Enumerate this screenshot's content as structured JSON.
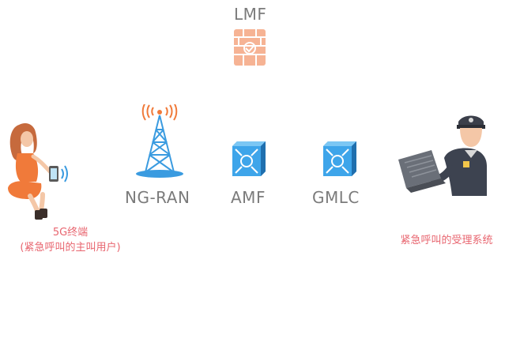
{
  "nodes": {
    "lmf": {
      "label": "LMF"
    },
    "ng_ran": {
      "label": "NG-RAN"
    },
    "amf": {
      "label": "AMF"
    },
    "gmlc": {
      "label": "GMLC"
    }
  },
  "terminal": {
    "label_line1": "5G终端",
    "label_line2": "(紧急呼叫的主叫用户)"
  },
  "psap": {
    "label": "紧急呼叫的受理系统"
  },
  "colors": {
    "node_label": "#7b7b7b",
    "actor_label": "#e8656f",
    "tower": "#3a9be0",
    "signal": "#f07a3a",
    "firewall": "#f4a57f",
    "nf_box": "#3b9fe2"
  },
  "icons": {
    "lmf": "firewall-icon",
    "ng_ran": "radio-tower-icon",
    "amf": "network-function-cube-icon",
    "gmlc": "network-function-cube-icon",
    "terminal": "woman-phone-icon",
    "psap": "police-officer-laptop-icon"
  }
}
